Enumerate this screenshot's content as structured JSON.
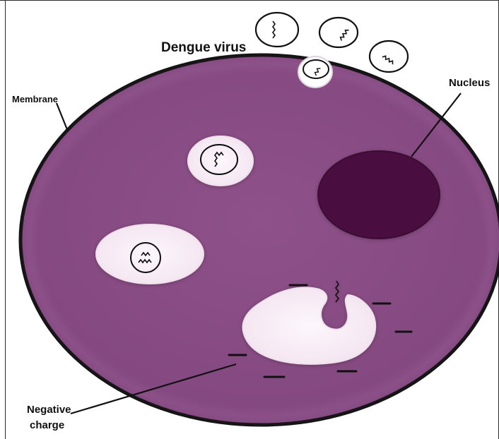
{
  "diagram": {
    "labels": {
      "dengue_virus": "Dengue virus",
      "membrane": "Membrane",
      "nucleus": "Nucleus",
      "negative_charge_line1": "Negative",
      "negative_charge_line2": "charge"
    },
    "colors": {
      "cell_fill": "#8a4d86",
      "cell_outline": "#111111",
      "nucleus_fill": "#4a0f3f",
      "vesicle_fill": "#f9f0f8",
      "label_text": "#111111"
    }
  }
}
